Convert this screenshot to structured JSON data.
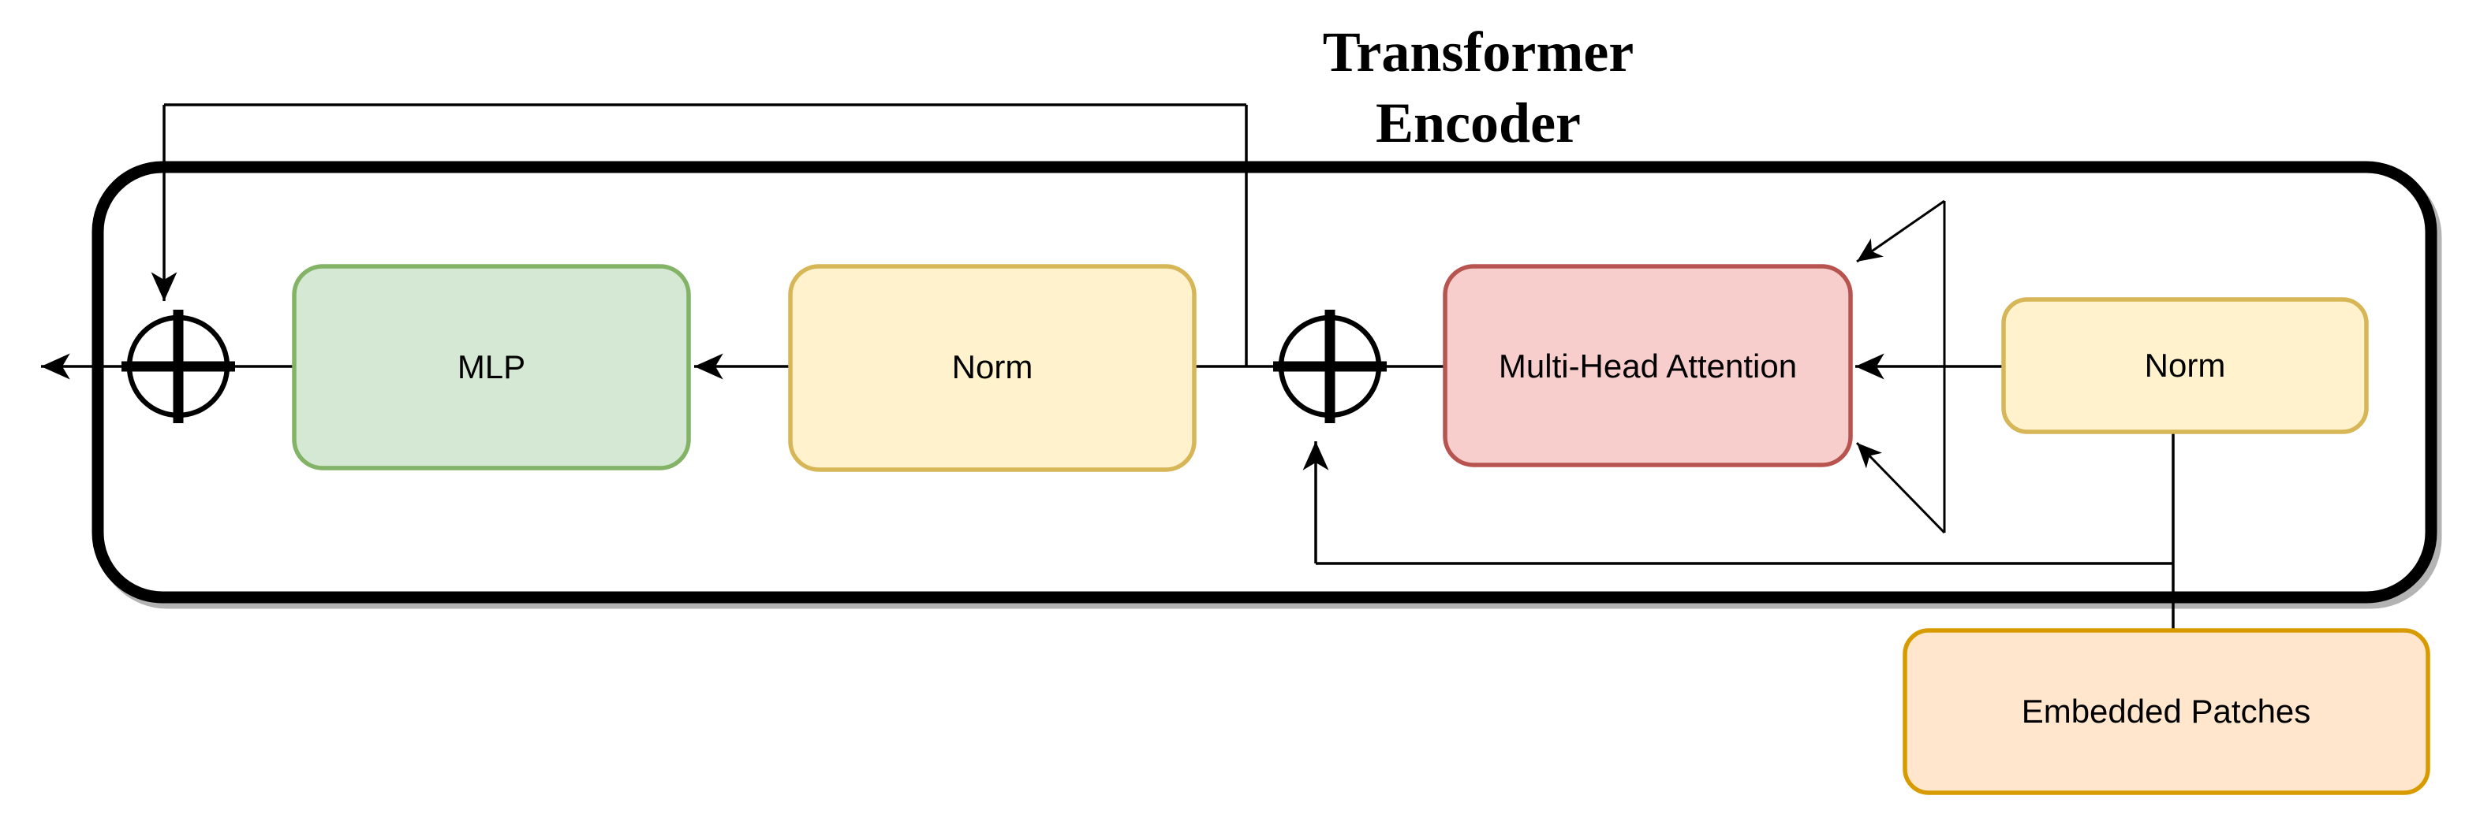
{
  "title": {
    "line1": "Transformer",
    "line2": "Encoder"
  },
  "blocks": {
    "mlp": {
      "label": "MLP",
      "fill": "#d5e8d4",
      "stroke": "#82b366"
    },
    "norm_left": {
      "label": "Norm",
      "fill": "#fff2cc",
      "stroke": "#d6b656"
    },
    "multi_head_attention": {
      "label": "Multi-Head Attention",
      "fill": "#f8cecc",
      "stroke": "#b85450"
    },
    "norm_right": {
      "label": "Norm",
      "fill": "#fff2cc",
      "stroke": "#d6b656"
    },
    "embedded_patches": {
      "label": "Embedded Patches",
      "fill": "#ffe6cc",
      "stroke": "#d79b00"
    }
  },
  "adders": {
    "symbol": "plus-in-circle",
    "fill": "#ffffff",
    "stroke": "#000000"
  },
  "colors": {
    "line": "#000000",
    "arrowhead": "#000000",
    "encoder_border": "#000000",
    "encoder_fill": "#ffffff",
    "encoder_shadow": "#b3b3b3",
    "text": "#000000",
    "background": "#ffffff"
  }
}
